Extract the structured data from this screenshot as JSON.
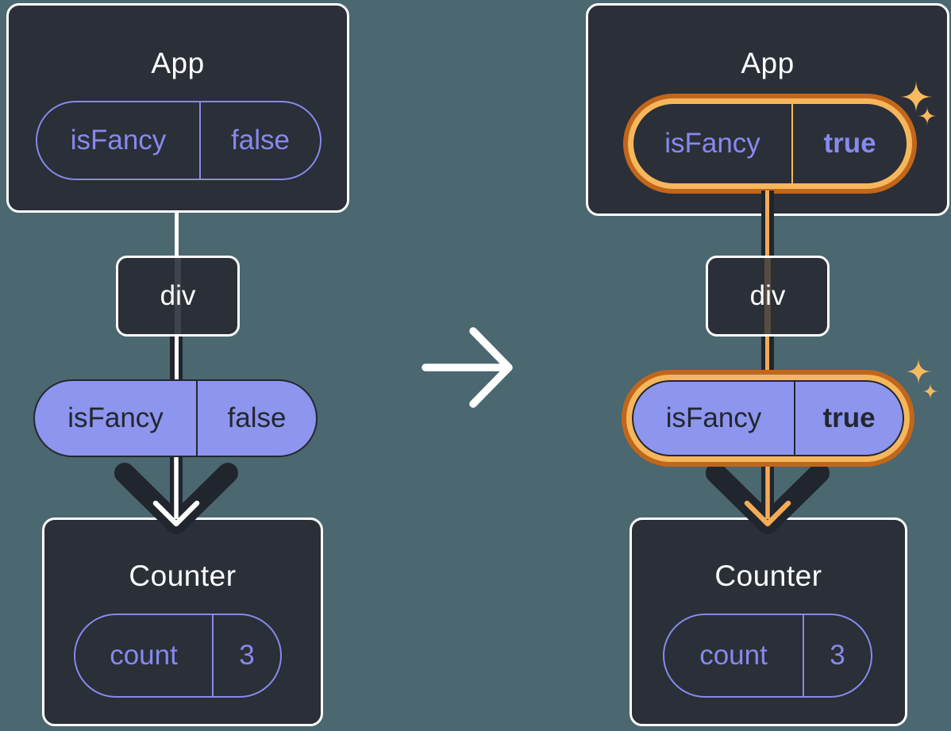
{
  "colors": {
    "background": "#4B6770",
    "panel": "#2A2F38",
    "panel_border": "#FFFFFF",
    "ink": "#21252D",
    "text_dark": "#23272F",
    "purple": "#8789EC",
    "purple_fill": "#8D95EE",
    "orange_dark": "#C2661B",
    "orange_light": "#F6B75C",
    "flow_core_left": "#FFFFFF",
    "flow_core_right": "#F3AC55",
    "sparkle": "#F8BA5F",
    "arrow_white": "#FFFFFF"
  },
  "left_tree": {
    "app": {
      "title": "App",
      "state": {
        "key": "isFancy",
        "value": "false"
      }
    },
    "dom_node": {
      "label": "div"
    },
    "prop": {
      "key": "isFancy",
      "value": "false"
    },
    "counter": {
      "title": "Counter",
      "state": {
        "key": "count",
        "value": "3"
      }
    }
  },
  "right_tree": {
    "app": {
      "title": "App",
      "state": {
        "key": "isFancy",
        "value": "true"
      }
    },
    "dom_node": {
      "label": "div"
    },
    "prop": {
      "key": "isFancy",
      "value": "true"
    },
    "counter": {
      "title": "Counter",
      "state": {
        "key": "count",
        "value": "3"
      }
    }
  }
}
